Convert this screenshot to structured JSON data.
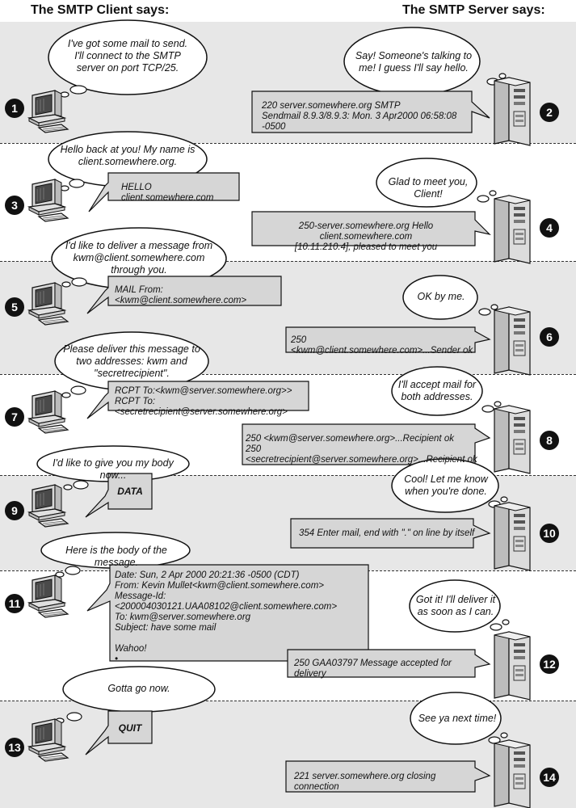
{
  "header": {
    "client": "The SMTP Client says:",
    "server": "The SMTP Server says:"
  },
  "steps": [
    {
      "n": "1",
      "speaker": "client",
      "thought": "I've got some mail to send.\nI'll connect to the SMTP\nserver on port TCP/25.",
      "command": ""
    },
    {
      "n": "2",
      "speaker": "server",
      "thought": "Say! Someone's talking to\nme! I guess I'll say hello.",
      "command": "220 server.somewhere.org SMTP\nSendmail 8.9.3/8.9.3: Mon. 3 Apr2000 06:58:08 -0500"
    },
    {
      "n": "3",
      "speaker": "client",
      "thought": "Hello back at you! My name is\nclient.somewhere.org.",
      "command": "HELLO client.somewhere.com"
    },
    {
      "n": "4",
      "speaker": "server",
      "thought": "Glad to meet you, Client!",
      "command": "250-server.somewhere.org Hello client.somewhere.com\n[10.11.210.4], pleased to meet you"
    },
    {
      "n": "5",
      "speaker": "client",
      "thought": "I'd like to deliver a message from\nkwm@client.somewhere.com\nthrough you.",
      "command": "MAIL From:<kwm@client.somewhere.com>"
    },
    {
      "n": "6",
      "speaker": "server",
      "thought": "OK by me.",
      "command": "250 <kwm@client.somewhere.com>...Sender ok"
    },
    {
      "n": "7",
      "speaker": "client",
      "thought": "Please deliver this message to\ntwo addresses: kwm and\n\"secretrecipient\".",
      "command": "RCPT To:<kwm@server.somewhere.org>>\nRCPT To:<secretrecipient@server.somewhere.org>"
    },
    {
      "n": "8",
      "speaker": "server",
      "thought": "I'll accept mail for\nboth addresses.",
      "command": "250 <kwm@server.somewhere.org>...Recipient ok\n250 <secretrecipient@server.somewhere.org>...Recipient ok"
    },
    {
      "n": "9",
      "speaker": "client",
      "thought": "I'd like to give you my body now...",
      "command": "DATA"
    },
    {
      "n": "10",
      "speaker": "server",
      "thought": "Cool! Let me know\nwhen you're done.",
      "command": "354 Enter mail, end with \".\" on line by itself"
    },
    {
      "n": "11",
      "speaker": "client",
      "thought": "Here is the body of the message.",
      "command": "Date: Sun, 2 Apr 2000 20:21:36 -0500 (CDT)\nFrom: Kevin Mullet<kwm@client.somewhere.com>\nMessage-Id:<200004030121.UAA08102@client.somewhere.com>\nTo: kwm@server.somewhere.org\nSubject: have some mail\n\nWahoo!\n•"
    },
    {
      "n": "12",
      "speaker": "server",
      "thought": "Got it! I'll deliver it\nas soon as I can.",
      "command": "250 GAA03797 Message accepted for delivery"
    },
    {
      "n": "13",
      "speaker": "client",
      "thought": "Gotta go now.",
      "command": "QUIT"
    },
    {
      "n": "14",
      "speaker": "server",
      "thought": "See ya next time!",
      "command": "221 server.somewhere.org closing connection"
    }
  ]
}
